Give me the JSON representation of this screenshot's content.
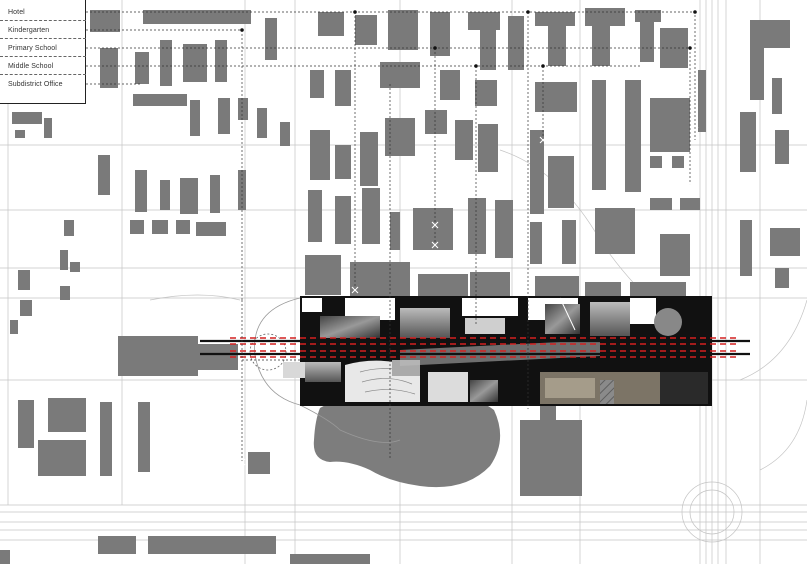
{
  "legend": {
    "items": [
      {
        "label": "Hotel"
      },
      {
        "label": "Kindergarten"
      },
      {
        "label": "Primary School"
      },
      {
        "label": "Middle School"
      },
      {
        "label": "Subdistrict Office"
      }
    ]
  },
  "colors": {
    "building": "#7a7a7a",
    "road_line": "#bdbdbd",
    "site_band": "#111111",
    "rail_line": "#111111",
    "rail_dash": "#d42020",
    "water": "#7d7d7d",
    "leader_line": "#333333"
  },
  "icons": {
    "facility_marker": "cross-marker-icon",
    "leader_node": "dot-node-icon"
  }
}
